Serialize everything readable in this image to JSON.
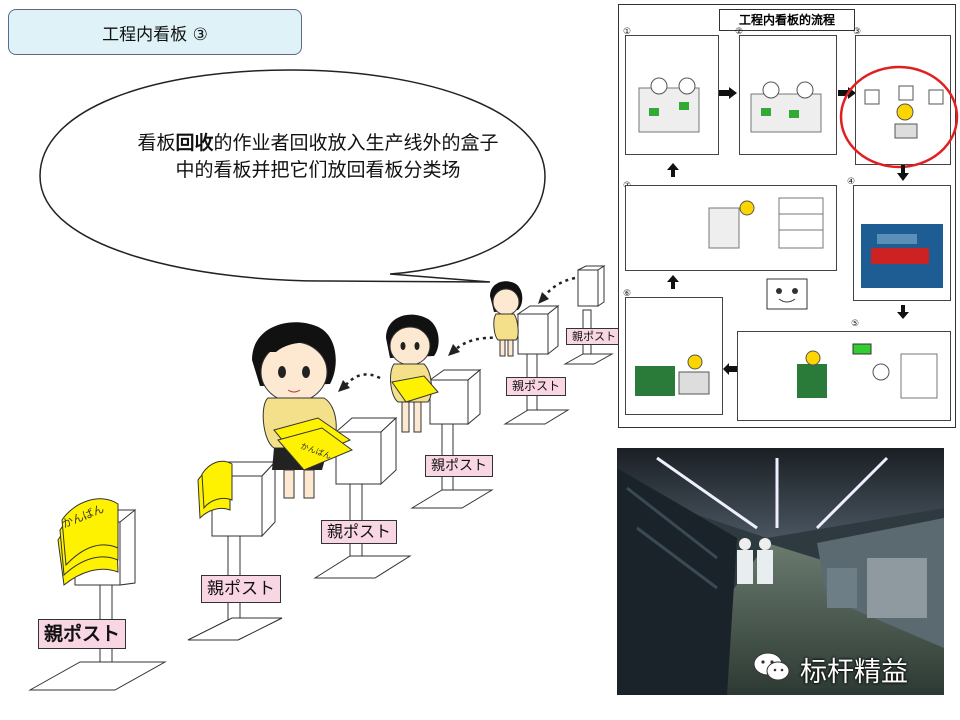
{
  "title": "工程内看板 ③",
  "bubble": {
    "pre": "看板",
    "bold": "回收",
    "post": "的作业者回收放入生产线外的盒子中的看板并把它们放回看板分类场"
  },
  "post_label": "親ポスト",
  "kanban_text": "かんばん",
  "flow": {
    "title": "工程内看板的流程",
    "steps": [
      "①",
      "②",
      "③",
      "④",
      "⑤",
      "⑥",
      "⑦"
    ]
  },
  "watermark": "标杆精益",
  "colors": {
    "bubble_fill": "#ffffff",
    "label_fill": "#f8d6e4",
    "title_fill": "#dff2f7",
    "card_yellow": "#fff200",
    "circle_red": "#e02020"
  }
}
